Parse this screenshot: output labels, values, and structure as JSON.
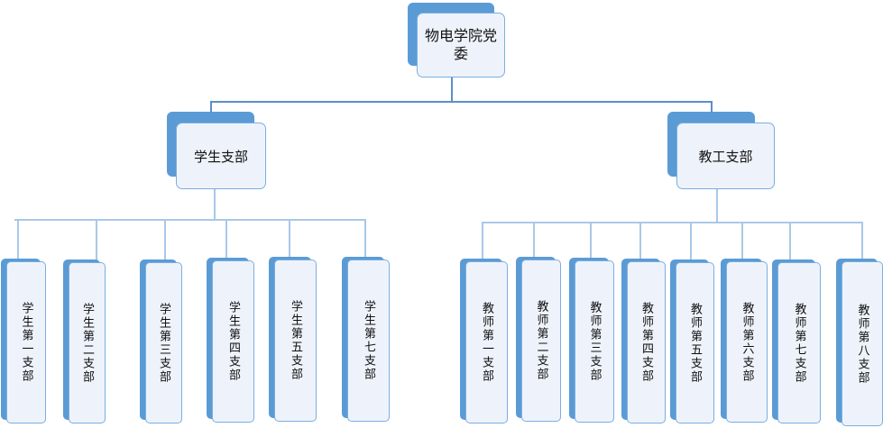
{
  "diagram": {
    "root": {
      "label": "物电学院党委"
    },
    "branches": [
      {
        "label": "学生支部",
        "children": [
          "学生第一支部",
          "学生第二支部",
          "学生第三支部",
          "学生第四支部",
          "学生第五支部",
          "学生第七支部"
        ]
      },
      {
        "label": "教工支部",
        "children": [
          "教师第一支部",
          "教师第二支部",
          "教师第三支部",
          "教师第四支部",
          "教师第五支部",
          "教师第六支部",
          "教师第七支部",
          "教师第八支部"
        ]
      }
    ]
  },
  "colors": {
    "accent": "#5b9bd5",
    "box_fill": "#eef3fb",
    "box_border": "#7aaee0",
    "connector": "#5b8fc7"
  }
}
